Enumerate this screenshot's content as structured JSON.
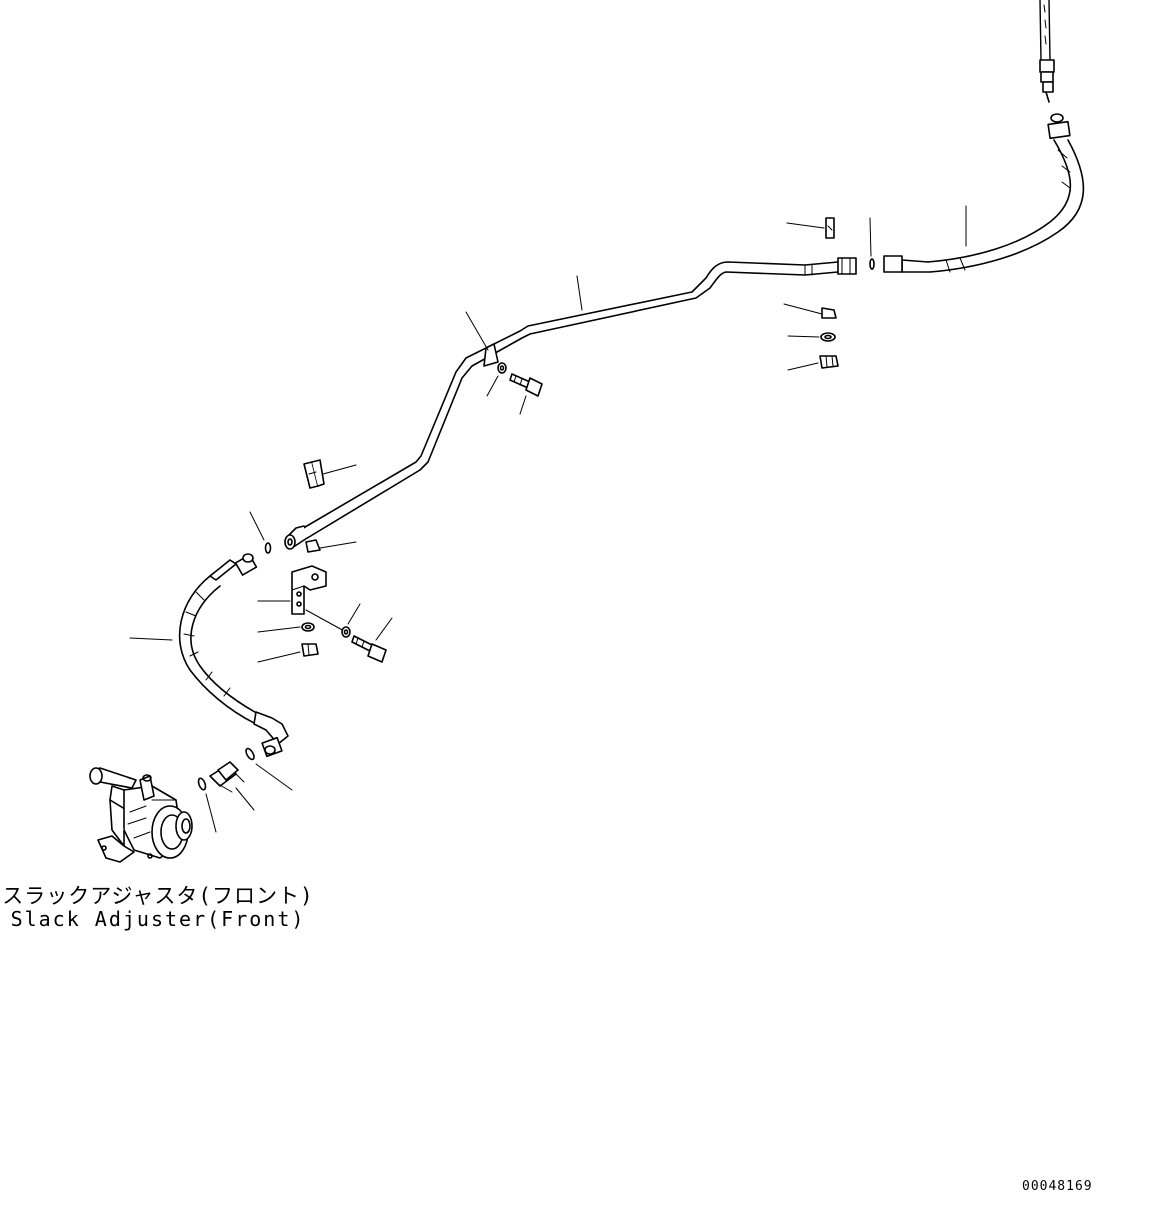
{
  "diagram": {
    "caption_japanese": "スラックアジャスタ(フロント)",
    "caption_english": "Slack Adjuster(Front)",
    "figure_number": "00048169"
  },
  "colors": {
    "line": "#000000",
    "background": "#ffffff"
  },
  "parts": [
    "upper-hose",
    "rear-o-ring",
    "rear-clip",
    "rear-washer",
    "rear-nut",
    "rear-clamp",
    "brake-tube",
    "mid-clamp",
    "mid-washer",
    "mid-bolt",
    "front-clip",
    "front-o-ring",
    "front-clamp",
    "bracket",
    "bracket-washer",
    "bracket-nut",
    "bracket-lock-washer",
    "bracket-bolt",
    "lower-hose",
    "elbow-o-ring",
    "adapter",
    "adapter-o-ring",
    "slack-adjuster"
  ]
}
